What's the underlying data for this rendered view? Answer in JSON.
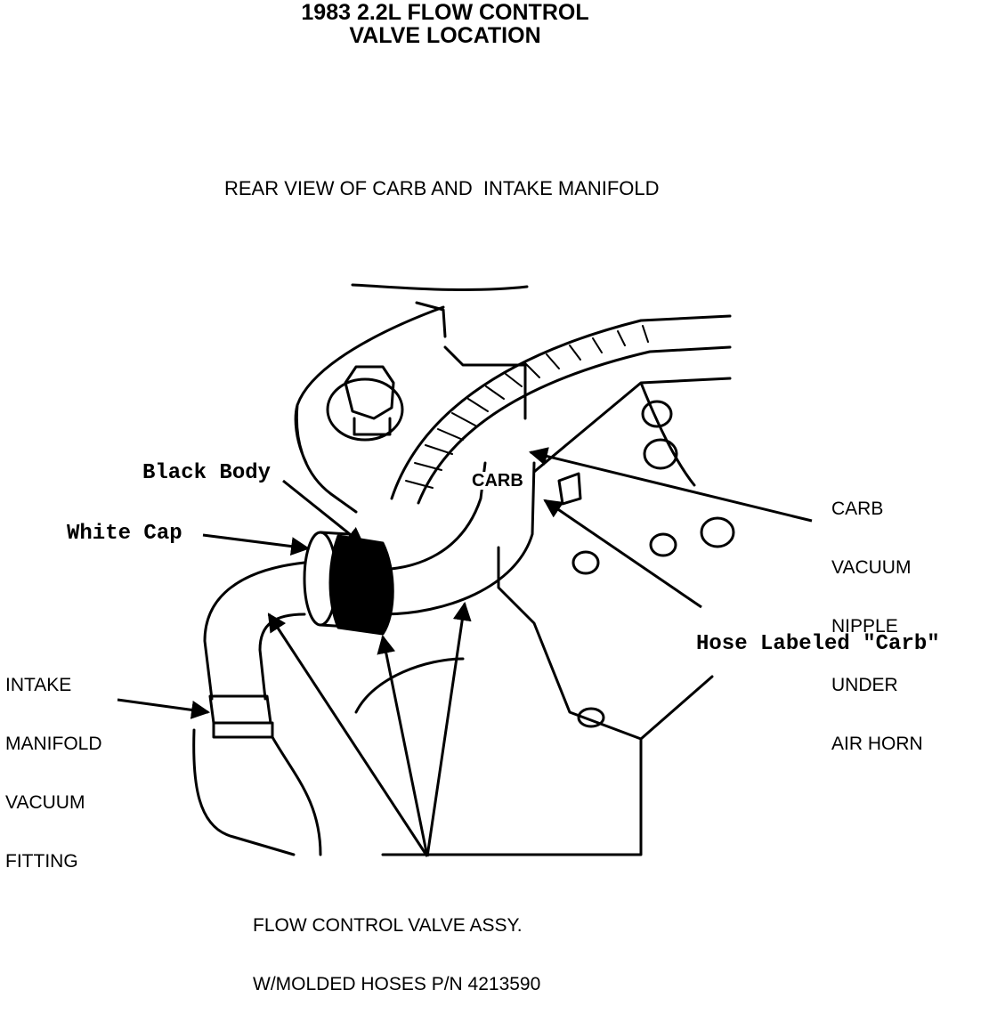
{
  "title": {
    "line1": "1983 2.2L FLOW CONTROL",
    "line2": "VALVE LOCATION"
  },
  "subtitle": "REAR VIEW OF CARB AND  INTAKE MANIFOLD",
  "callouts": {
    "black_body": "Black Body",
    "white_cap": "White Cap",
    "hose_labeled_carb": "Hose Labeled \"Carb\"",
    "carb_tag": "CARB",
    "carb_vacuum_nipple": [
      "CARB",
      "VACUUM",
      "NIPPLE",
      "UNDER",
      "AIR HORN"
    ],
    "intake_fitting": [
      "INTAKE",
      "MANIFOLD",
      "VACUUM",
      "FITTING"
    ],
    "assembly": [
      "FLOW CONTROL VALVE ASSY.",
      "W/MOLDED HOSES P/N 4213590"
    ]
  }
}
